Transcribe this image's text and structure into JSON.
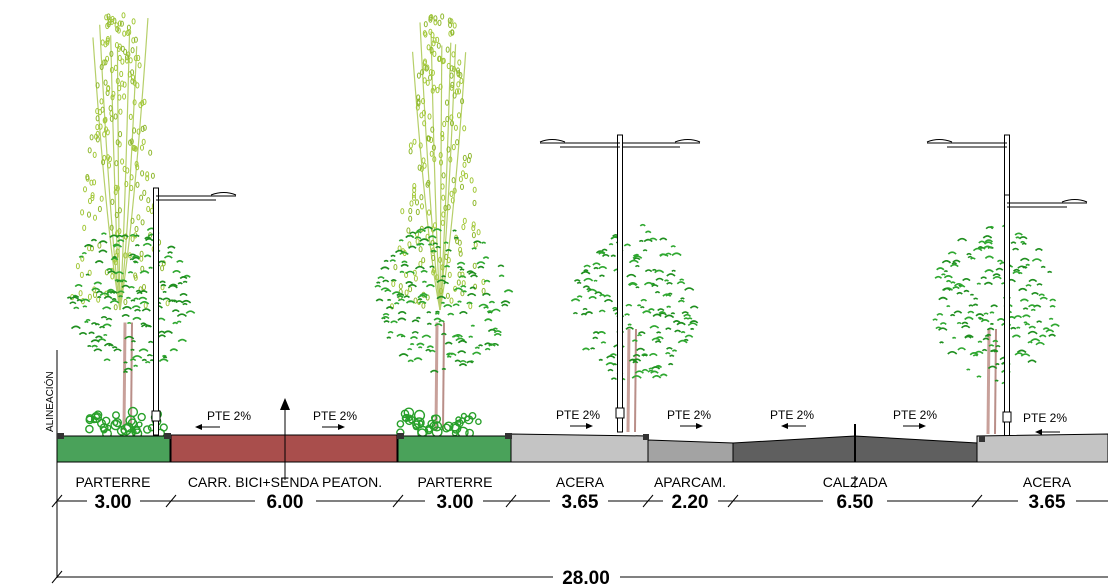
{
  "vertical_label": "ALINEACIÓN",
  "colors": {
    "parterre": "#4aa25a",
    "bike_lane": "#a94e4c",
    "sidewalk": "#c4c4c4",
    "parking": "#a3a3a3",
    "roadway": "#5f5f5f",
    "tree_canopy": "#1f8f1f",
    "poplar": "#a3c83a"
  },
  "sections": [
    {
      "label": "PARTERRE",
      "width": "3.00"
    },
    {
      "label": "CARR. BICI+SENDA PEATON.",
      "width": "6.00"
    },
    {
      "label": "PARTERRE",
      "width": "3.00"
    },
    {
      "label": "ACERA",
      "width": "3.65"
    },
    {
      "label": "APARCAM.",
      "width": "2.20"
    },
    {
      "label": "CALZADA",
      "width": "6.50"
    },
    {
      "label": "ACERA",
      "width": "3.65"
    }
  ],
  "total": "28.00",
  "slopes": [
    {
      "text": "PTE 2%"
    },
    {
      "text": "PTE 2%"
    },
    {
      "text": "PTE 2%"
    },
    {
      "text": "PTE 2%"
    },
    {
      "text": "PTE 2%"
    },
    {
      "text": "PTE 2%"
    },
    {
      "text": "PTE 2%"
    }
  ]
}
